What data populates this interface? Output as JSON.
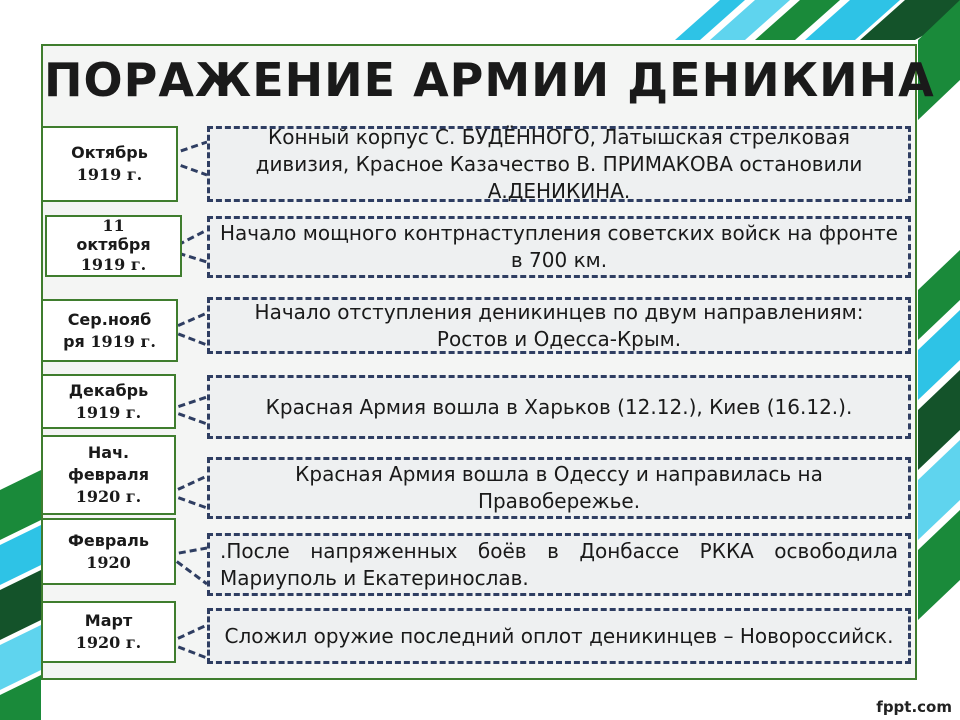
{
  "slide": {
    "title": "ПОРАЖЕНИЕ АРМИИ ДЕНИКИНА",
    "footer": "fppt.com",
    "colors": {
      "accent_green": "#3f7d2e",
      "dashed_border": "#2f3e62",
      "stripe_cyan": "#2ec3e6",
      "stripe_green": "#1a8a3a",
      "stripe_dark": "#14532a"
    }
  },
  "rows": [
    {
      "date_lines": [
        "Октябрь"
      ],
      "year": "1919 г.",
      "text": "Конный корпус С. БУДЁННОГО, Латышская стрелковая дивизия, Красное Казачество В. ПРИМАКОВА остановили А.ДЕНИКИНА."
    },
    {
      "date_lines": [
        "11",
        "октября"
      ],
      "year": "1919 г.",
      "text": "Начало мощного контрнаступления советских войск на фронте в 700 км."
    },
    {
      "date_lines": [
        "Сер.нояб",
        "ря"
      ],
      "year": "1919 г.",
      "text": "Начало отступления деникинцев по двум направлениям: Ростов  и  Одесса-Крым."
    },
    {
      "date_lines": [
        "Декабрь"
      ],
      "year": "1919 г.",
      "text": "Красная Армия вошла в  Харьков (12.12.), Киев (16.12.)."
    },
    {
      "date_lines": [
        "Нач.",
        "февраля"
      ],
      "year": "1920 г.",
      "text": "Красная Армия вошла в Одессу и направилась на Правобережье."
    },
    {
      "date_lines": [
        "Февраль"
      ],
      "year": "1920",
      "text": ".После напряженных боёв в Донбассе РККА освободила Мариуполь и Екатеринослав."
    },
    {
      "date_lines": [
        "Март"
      ],
      "year": "1920 г.",
      "text": "Сложил оружие последний оплот деникинцев – Новороссийск."
    }
  ]
}
